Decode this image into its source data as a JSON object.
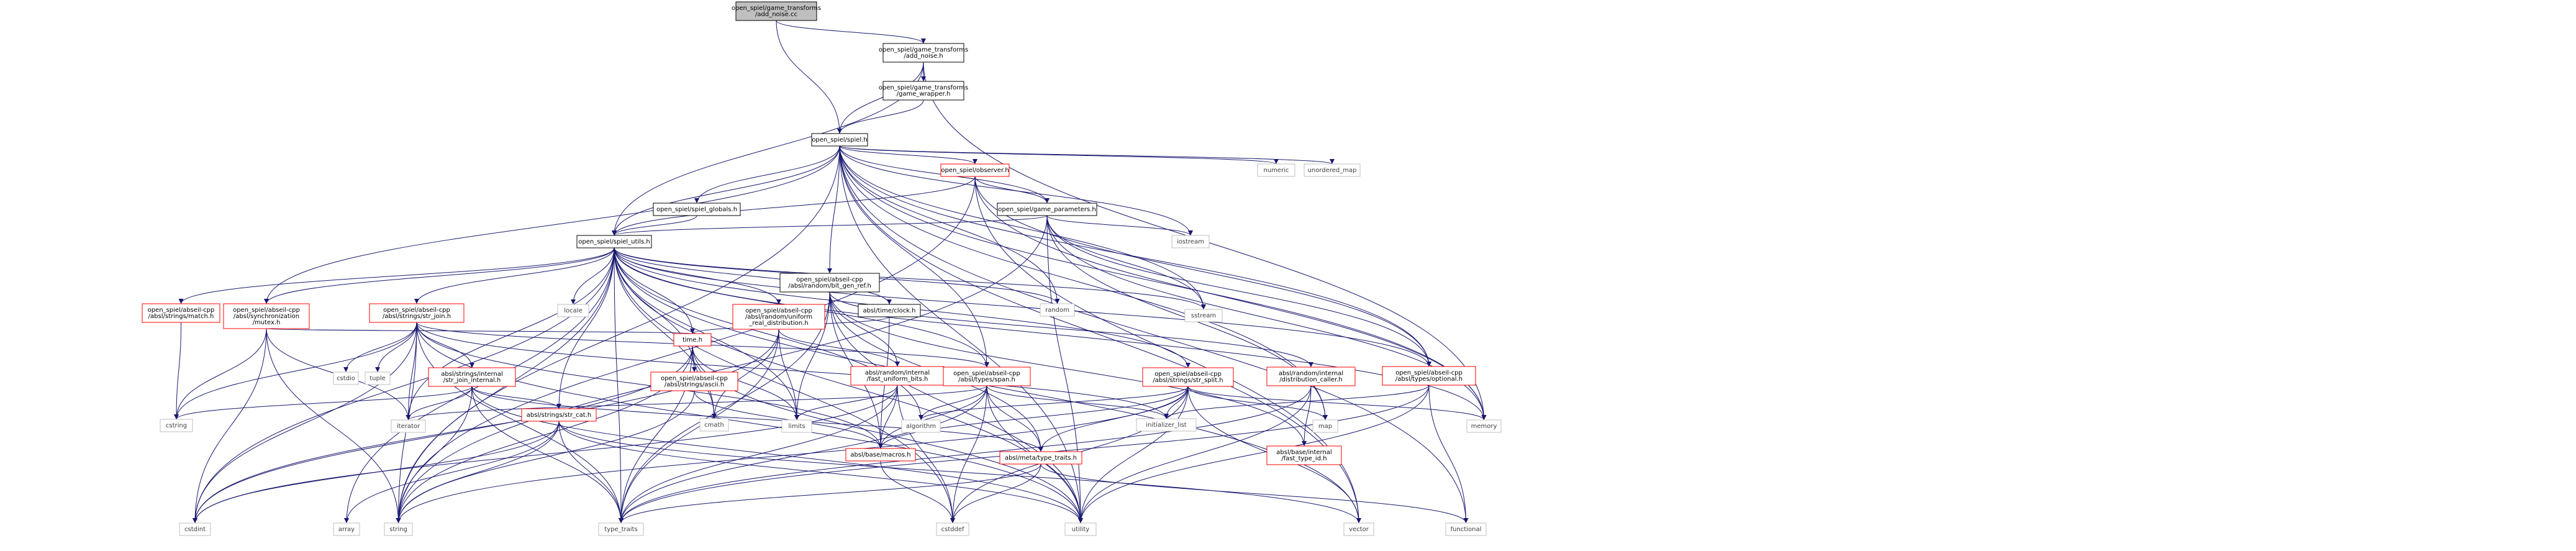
{
  "diagram": {
    "type": "include-dependency-graph",
    "colors": {
      "edge": "#191970",
      "node_border_project": "#000000",
      "node_border_system": "#bfbfbf",
      "node_border_incomplete": "#ff0000",
      "node_fill": "#ffffff",
      "root_fill": "#bfbfbf",
      "text": "#000000",
      "text_system": "#404040"
    },
    "nodes": [
      {
        "id": "root",
        "label": [
          "open_spiel/game_transforms",
          "/add_noise.cc"
        ],
        "kind": "root"
      },
      {
        "id": "add_noise_h",
        "label": [
          "open_spiel/game_transforms",
          "/add_noise.h"
        ],
        "kind": "project"
      },
      {
        "id": "game_wrapper_h",
        "label": [
          "open_spiel/game_transforms",
          "/game_wrapper.h"
        ],
        "kind": "project"
      },
      {
        "id": "spiel_h",
        "label": [
          "open_spiel/spiel.h"
        ],
        "kind": "project"
      },
      {
        "id": "observer_h",
        "label": [
          "open_spiel/observer.h"
        ],
        "kind": "incomplete"
      },
      {
        "id": "game_parameters_h",
        "label": [
          "open_spiel/game_parameters.h"
        ],
        "kind": "project"
      },
      {
        "id": "spiel_globals_h",
        "label": [
          "open_spiel/spiel_globals.h"
        ],
        "kind": "project"
      },
      {
        "id": "spiel_utils_h",
        "label": [
          "open_spiel/spiel_utils.h"
        ],
        "kind": "project"
      },
      {
        "id": "bit_gen_ref_h",
        "label": [
          "open_spiel/abseil-cpp",
          "/absl/random/bit_gen_ref.h"
        ],
        "kind": "project"
      },
      {
        "id": "match_h",
        "label": [
          "open_spiel/abseil-cpp",
          "/absl/strings/match.h"
        ],
        "kind": "incomplete"
      },
      {
        "id": "mutex_h",
        "label": [
          "open_spiel/abseil-cpp",
          "/absl/synchronization",
          "/mutex.h"
        ],
        "kind": "incomplete"
      },
      {
        "id": "str_join_h",
        "label": [
          "open_spiel/abseil-cpp",
          "/absl/strings/str_join.h"
        ],
        "kind": "incomplete"
      },
      {
        "id": "uniform_real_h",
        "label": [
          "open_spiel/abseil-cpp",
          "/absl/random/uniform",
          "_real_distribution.h"
        ],
        "kind": "incomplete"
      },
      {
        "id": "clock_h",
        "label": [
          "absl/time/clock.h"
        ],
        "kind": "project"
      },
      {
        "id": "ascii_h",
        "label": [
          "open_spiel/abseil-cpp",
          "/absl/strings/ascii.h"
        ],
        "kind": "incomplete"
      },
      {
        "id": "str_join_internal_h",
        "label": [
          "absl/strings/internal",
          "/str_join_internal.h"
        ],
        "kind": "incomplete"
      },
      {
        "id": "time_h",
        "label": [
          "time.h"
        ],
        "kind": "incomplete"
      },
      {
        "id": "fast_uniform_bits_h",
        "label": [
          "absl/random/internal",
          "/fast_uniform_bits.h"
        ],
        "kind": "incomplete"
      },
      {
        "id": "span_h",
        "label": [
          "open_spiel/abseil-cpp",
          "/absl/types/span.h"
        ],
        "kind": "incomplete"
      },
      {
        "id": "str_split_h",
        "label": [
          "open_spiel/abseil-cpp",
          "/absl/strings/str_split.h"
        ],
        "kind": "incomplete"
      },
      {
        "id": "distribution_caller_h",
        "label": [
          "absl/random/internal",
          "/distribution_caller.h"
        ],
        "kind": "incomplete"
      },
      {
        "id": "optional_h",
        "label": [
          "open_spiel/abseil-cpp",
          "/absl/types/optional.h"
        ],
        "kind": "incomplete"
      },
      {
        "id": "str_cat_h",
        "label": [
          "absl/strings/str_cat.h"
        ],
        "kind": "incomplete"
      },
      {
        "id": "macros_h",
        "label": [
          "absl/base/macros.h"
        ],
        "kind": "incomplete"
      },
      {
        "id": "type_traits_absl_h",
        "label": [
          "absl/meta/type_traits.h"
        ],
        "kind": "incomplete"
      },
      {
        "id": "fast_type_id_h",
        "label": [
          "absl/base/internal",
          "/fast_type_id.h"
        ],
        "kind": "incomplete"
      },
      {
        "id": "numeric",
        "label": [
          "numeric"
        ],
        "kind": "system"
      },
      {
        "id": "unordered_map",
        "label": [
          "unordered_map"
        ],
        "kind": "system"
      },
      {
        "id": "iostream",
        "label": [
          "iostream"
        ],
        "kind": "system"
      },
      {
        "id": "sstream",
        "label": [
          "sstream"
        ],
        "kind": "system"
      },
      {
        "id": "random",
        "label": [
          "random"
        ],
        "kind": "system"
      },
      {
        "id": "locale",
        "label": [
          "locale"
        ],
        "kind": "system"
      },
      {
        "id": "cstdio",
        "label": [
          "cstdio"
        ],
        "kind": "system"
      },
      {
        "id": "tuple",
        "label": [
          "tuple"
        ],
        "kind": "system"
      },
      {
        "id": "cstring",
        "label": [
          "cstring"
        ],
        "kind": "system"
      },
      {
        "id": "iterator",
        "label": [
          "iterator"
        ],
        "kind": "system"
      },
      {
        "id": "cmath",
        "label": [
          "cmath"
        ],
        "kind": "system"
      },
      {
        "id": "limits",
        "label": [
          "limits"
        ],
        "kind": "system"
      },
      {
        "id": "algorithm",
        "label": [
          "algorithm"
        ],
        "kind": "system"
      },
      {
        "id": "initializer_list",
        "label": [
          "initializer_list"
        ],
        "kind": "system"
      },
      {
        "id": "map",
        "label": [
          "map"
        ],
        "kind": "system"
      },
      {
        "id": "memory",
        "label": [
          "memory"
        ],
        "kind": "system"
      },
      {
        "id": "cstdint",
        "label": [
          "cstdint"
        ],
        "kind": "system"
      },
      {
        "id": "array",
        "label": [
          "array"
        ],
        "kind": "system"
      },
      {
        "id": "string",
        "label": [
          "string"
        ],
        "kind": "system"
      },
      {
        "id": "type_traits",
        "label": [
          "type_traits"
        ],
        "kind": "system"
      },
      {
        "id": "cstddef",
        "label": [
          "cstddef"
        ],
        "kind": "system"
      },
      {
        "id": "utility",
        "label": [
          "utility"
        ],
        "kind": "system"
      },
      {
        "id": "vector",
        "label": [
          "vector"
        ],
        "kind": "system"
      },
      {
        "id": "functional",
        "label": [
          "functional"
        ],
        "kind": "system"
      }
    ],
    "edges": [
      [
        "root",
        "add_noise_h"
      ],
      [
        "root",
        "spiel_h"
      ],
      [
        "add_noise_h",
        "game_wrapper_h"
      ],
      [
        "add_noise_h",
        "spiel_h"
      ],
      [
        "add_noise_h",
        "spiel_utils_h"
      ],
      [
        "add_noise_h",
        "memory"
      ],
      [
        "game_wrapper_h",
        "spiel_h"
      ],
      [
        "spiel_h",
        "observer_h"
      ],
      [
        "spiel_h",
        "game_parameters_h"
      ],
      [
        "spiel_h",
        "spiel_globals_h"
      ],
      [
        "spiel_h",
        "spiel_utils_h"
      ],
      [
        "spiel_h",
        "bit_gen_ref_h"
      ],
      [
        "spiel_h",
        "mutex_h"
      ],
      [
        "spiel_h",
        "span_h"
      ],
      [
        "spiel_h",
        "optional_h"
      ],
      [
        "spiel_h",
        "numeric"
      ],
      [
        "spiel_h",
        "unordered_map"
      ],
      [
        "spiel_h",
        "iostream"
      ],
      [
        "spiel_h",
        "sstream"
      ],
      [
        "spiel_h",
        "random"
      ],
      [
        "spiel_h",
        "map"
      ],
      [
        "spiel_h",
        "memory"
      ],
      [
        "spiel_h",
        "string"
      ],
      [
        "spiel_h",
        "utility"
      ],
      [
        "spiel_h",
        "vector"
      ],
      [
        "spiel_h",
        "functional"
      ],
      [
        "observer_h",
        "game_parameters_h"
      ],
      [
        "observer_h",
        "spiel_utils_h"
      ],
      [
        "observer_h",
        "optional_h"
      ],
      [
        "observer_h",
        "memory"
      ],
      [
        "observer_h",
        "vector"
      ],
      [
        "observer_h",
        "string"
      ],
      [
        "game_parameters_h",
        "spiel_utils_h"
      ],
      [
        "game_parameters_h",
        "optional_h"
      ],
      [
        "game_parameters_h",
        "iostream"
      ],
      [
        "game_parameters_h",
        "sstream"
      ],
      [
        "game_parameters_h",
        "map"
      ],
      [
        "game_parameters_h",
        "memory"
      ],
      [
        "game_parameters_h",
        "utility"
      ],
      [
        "game_parameters_h",
        "string"
      ],
      [
        "spiel_globals_h",
        "spiel_utils_h"
      ],
      [
        "spiel_utils_h",
        "match_h"
      ],
      [
        "spiel_utils_h",
        "mutex_h"
      ],
      [
        "spiel_utils_h",
        "str_join_h"
      ],
      [
        "spiel_utils_h",
        "uniform_real_h"
      ],
      [
        "spiel_utils_h",
        "clock_h"
      ],
      [
        "spiel_utils_h",
        "ascii_h"
      ],
      [
        "spiel_utils_h",
        "span_h"
      ],
      [
        "spiel_utils_h",
        "str_split_h"
      ],
      [
        "spiel_utils_h",
        "optional_h"
      ],
      [
        "spiel_utils_h",
        "str_cat_h"
      ],
      [
        "spiel_utils_h",
        "time_h"
      ],
      [
        "spiel_utils_h",
        "locale"
      ],
      [
        "spiel_utils_h",
        "random"
      ],
      [
        "spiel_utils_h",
        "sstream"
      ],
      [
        "spiel_utils_h",
        "cmath"
      ],
      [
        "spiel_utils_h",
        "limits"
      ],
      [
        "spiel_utils_h",
        "algorithm"
      ],
      [
        "spiel_utils_h",
        "cstdint"
      ],
      [
        "spiel_utils_h",
        "string"
      ],
      [
        "spiel_utils_h",
        "type_traits"
      ],
      [
        "spiel_utils_h",
        "utility"
      ],
      [
        "spiel_utils_h",
        "vector"
      ],
      [
        "spiel_utils_h",
        "cstddef"
      ],
      [
        "spiel_utils_h",
        "array"
      ],
      [
        "spiel_utils_h",
        "memory"
      ],
      [
        "spiel_utils_h",
        "iterator"
      ],
      [
        "bit_gen_ref_h",
        "fast_uniform_bits_h"
      ],
      [
        "bit_gen_ref_h",
        "distribution_caller_h"
      ],
      [
        "bit_gen_ref_h",
        "fast_type_id_h"
      ],
      [
        "bit_gen_ref_h",
        "macros_h"
      ],
      [
        "bit_gen_ref_h",
        "type_traits_absl_h"
      ],
      [
        "bit_gen_ref_h",
        "limits"
      ],
      [
        "bit_gen_ref_h",
        "type_traits"
      ],
      [
        "bit_gen_ref_h",
        "utility"
      ],
      [
        "match_h",
        "cstring"
      ],
      [
        "mutex_h",
        "cstring"
      ],
      [
        "mutex_h",
        "iterator"
      ],
      [
        "mutex_h",
        "string"
      ],
      [
        "mutex_h",
        "cstdint"
      ],
      [
        "mutex_h",
        "time_h"
      ],
      [
        "str_join_h",
        "str_join_internal_h"
      ],
      [
        "str_join_h",
        "macros_h"
      ],
      [
        "str_join_h",
        "span_h"
      ],
      [
        "str_join_h",
        "cstdio"
      ],
      [
        "str_join_h",
        "tuple"
      ],
      [
        "str_join_h",
        "cstring"
      ],
      [
        "str_join_h",
        "iterator"
      ],
      [
        "str_join_h",
        "string"
      ],
      [
        "str_join_h",
        "type_traits"
      ],
      [
        "str_join_h",
        "utility"
      ],
      [
        "str_join_h",
        "initializer_list"
      ],
      [
        "str_join_h",
        "cstdint"
      ],
      [
        "uniform_real_h",
        "fast_uniform_bits_h"
      ],
      [
        "uniform_real_h",
        "cmath"
      ],
      [
        "uniform_real_h",
        "limits"
      ],
      [
        "uniform_real_h",
        "type_traits"
      ],
      [
        "uniform_real_h",
        "cstdint"
      ],
      [
        "clock_h",
        "time_h"
      ],
      [
        "clock_h",
        "macros_h"
      ],
      [
        "ascii_h",
        "macros_h"
      ],
      [
        "ascii_h",
        "string"
      ],
      [
        "str_join_internal_h",
        "str_cat_h"
      ],
      [
        "str_join_internal_h",
        "type_traits_absl_h"
      ],
      [
        "str_join_internal_h",
        "iterator"
      ],
      [
        "str_join_internal_h",
        "cstring"
      ],
      [
        "str_join_internal_h",
        "string"
      ],
      [
        "str_join_internal_h",
        "type_traits"
      ],
      [
        "str_join_internal_h",
        "utility"
      ],
      [
        "time_h",
        "cmath"
      ],
      [
        "time_h",
        "limits"
      ],
      [
        "time_h",
        "string"
      ],
      [
        "time_h",
        "utility"
      ],
      [
        "time_h",
        "type_traits"
      ],
      [
        "time_h",
        "cstdint"
      ],
      [
        "fast_uniform_bits_h",
        "macros_h"
      ],
      [
        "fast_uniform_bits_h",
        "limits"
      ],
      [
        "fast_uniform_bits_h",
        "type_traits"
      ],
      [
        "fast_uniform_bits_h",
        "cstddef"
      ],
      [
        "fast_uniform_bits_h",
        "cstdint"
      ],
      [
        "span_h",
        "macros_h"
      ],
      [
        "span_h",
        "type_traits_absl_h"
      ],
      [
        "span_h",
        "algorithm"
      ],
      [
        "span_h",
        "initializer_list"
      ],
      [
        "span_h",
        "cstddef"
      ],
      [
        "span_h",
        "iterator"
      ],
      [
        "span_h",
        "type_traits"
      ],
      [
        "span_h",
        "utility"
      ],
      [
        "str_split_h",
        "macros_h"
      ],
      [
        "str_split_h",
        "algorithm"
      ],
      [
        "str_split_h",
        "cstddef"
      ],
      [
        "str_split_h",
        "map"
      ],
      [
        "str_split_h",
        "utility"
      ],
      [
        "str_split_h",
        "vector"
      ],
      [
        "str_split_h",
        "string"
      ],
      [
        "str_split_h",
        "initializer_list"
      ],
      [
        "str_split_h",
        "type_traits_absl_h"
      ],
      [
        "str_split_h",
        "memory"
      ],
      [
        "distribution_caller_h",
        "fast_type_id_h"
      ],
      [
        "distribution_caller_h",
        "utility"
      ],
      [
        "distribution_caller_h",
        "type_traits"
      ],
      [
        "optional_h",
        "functional"
      ],
      [
        "optional_h",
        "initializer_list"
      ],
      [
        "optional_h",
        "type_traits"
      ],
      [
        "optional_h",
        "utility"
      ],
      [
        "str_cat_h",
        "array"
      ],
      [
        "str_cat_h",
        "cstdint"
      ],
      [
        "str_cat_h",
        "string"
      ],
      [
        "str_cat_h",
        "type_traits"
      ],
      [
        "str_cat_h",
        "utility"
      ],
      [
        "str_cat_h",
        "vector"
      ],
      [
        "macros_h",
        "cstddef"
      ],
      [
        "type_traits_absl_h",
        "cstddef"
      ],
      [
        "type_traits_absl_h",
        "functional"
      ],
      [
        "type_traits_absl_h",
        "type_traits"
      ]
    ]
  }
}
